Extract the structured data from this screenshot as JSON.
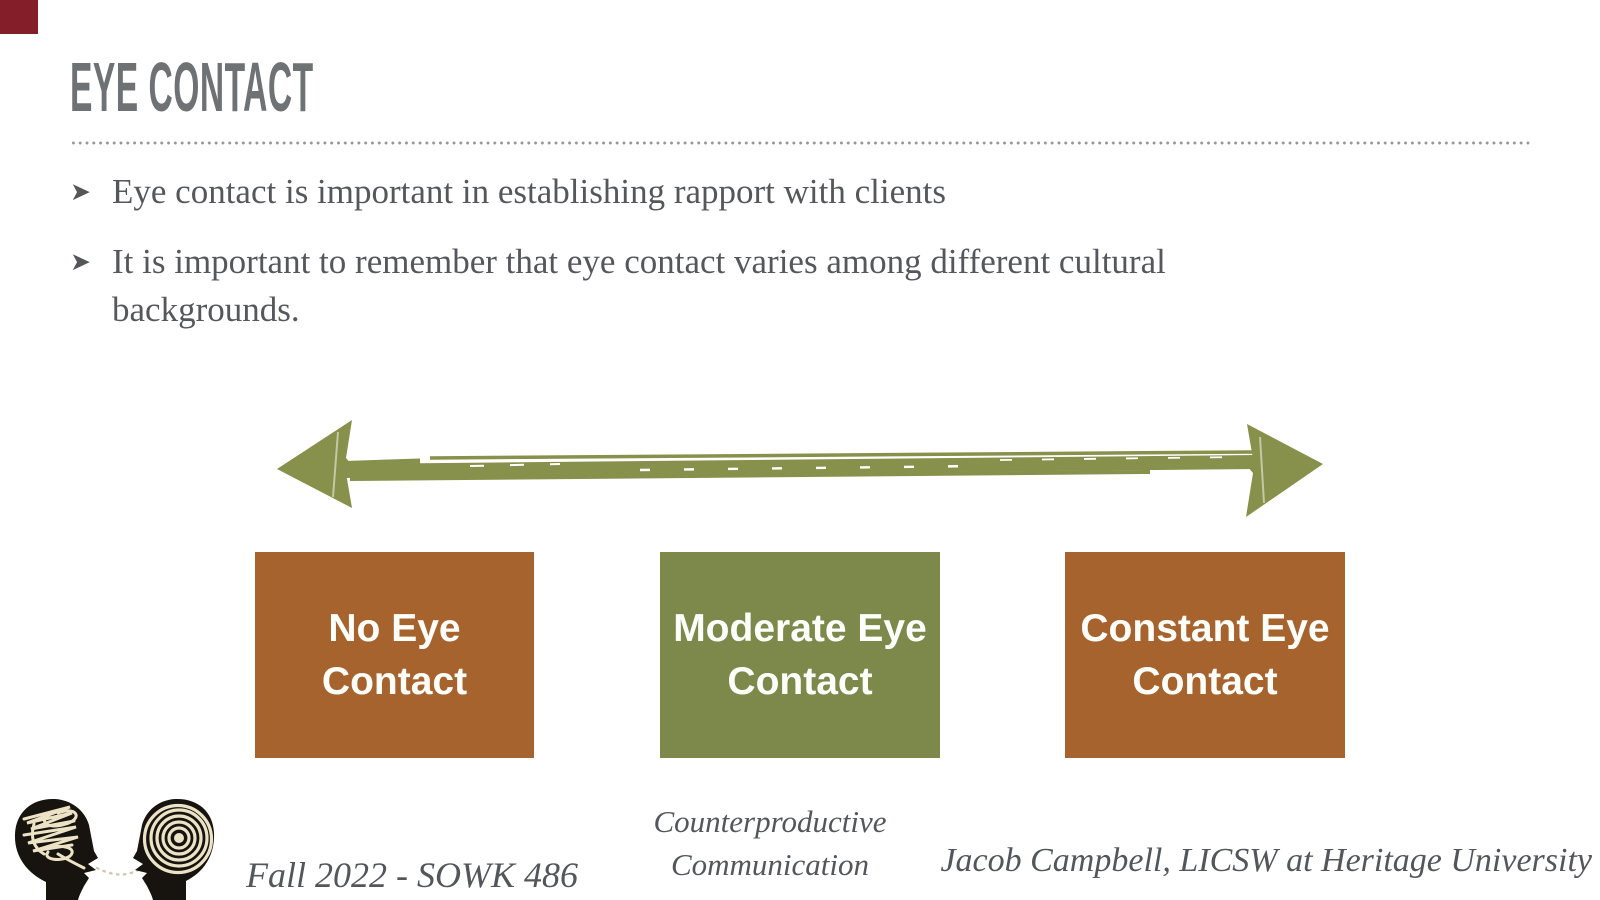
{
  "slide": {
    "title": "EYE CONTACT",
    "corner_accent_color": "#841f29",
    "title_color": "#6f7275",
    "bullets": [
      {
        "text": "Eye contact is important in establishing rapport with clients"
      },
      {
        "text": "It is important to remember that eye contact varies among different cultural backgrounds."
      }
    ],
    "bullet_glyph": "➤"
  },
  "diagram": {
    "arrow": {
      "type": "double-headed-sketch-arrow",
      "color": "#87914b"
    },
    "boxes": [
      {
        "line1": "No Eye",
        "line2": "Contact",
        "color": "#a6632d",
        "text_color": "#fdfdfa"
      },
      {
        "line1": "Moderate Eye",
        "line2": "Contact",
        "color": "#7c894b",
        "text_color": "#fdfdfa"
      },
      {
        "line1": "Constant Eye",
        "line2": "Contact",
        "color": "#a6632d",
        "text_color": "#fdfdfa"
      }
    ]
  },
  "footer": {
    "left": "Fall 2022 - SOWK 486",
    "center_line1": "Counterproductive",
    "center_line2": "Communication",
    "right": "Jacob Campbell, LICSW at Heritage University",
    "icon": "two-heads-communication-icon",
    "icon_colors": {
      "silhouette": "#17140f",
      "doodle": "#ece3c6"
    }
  }
}
